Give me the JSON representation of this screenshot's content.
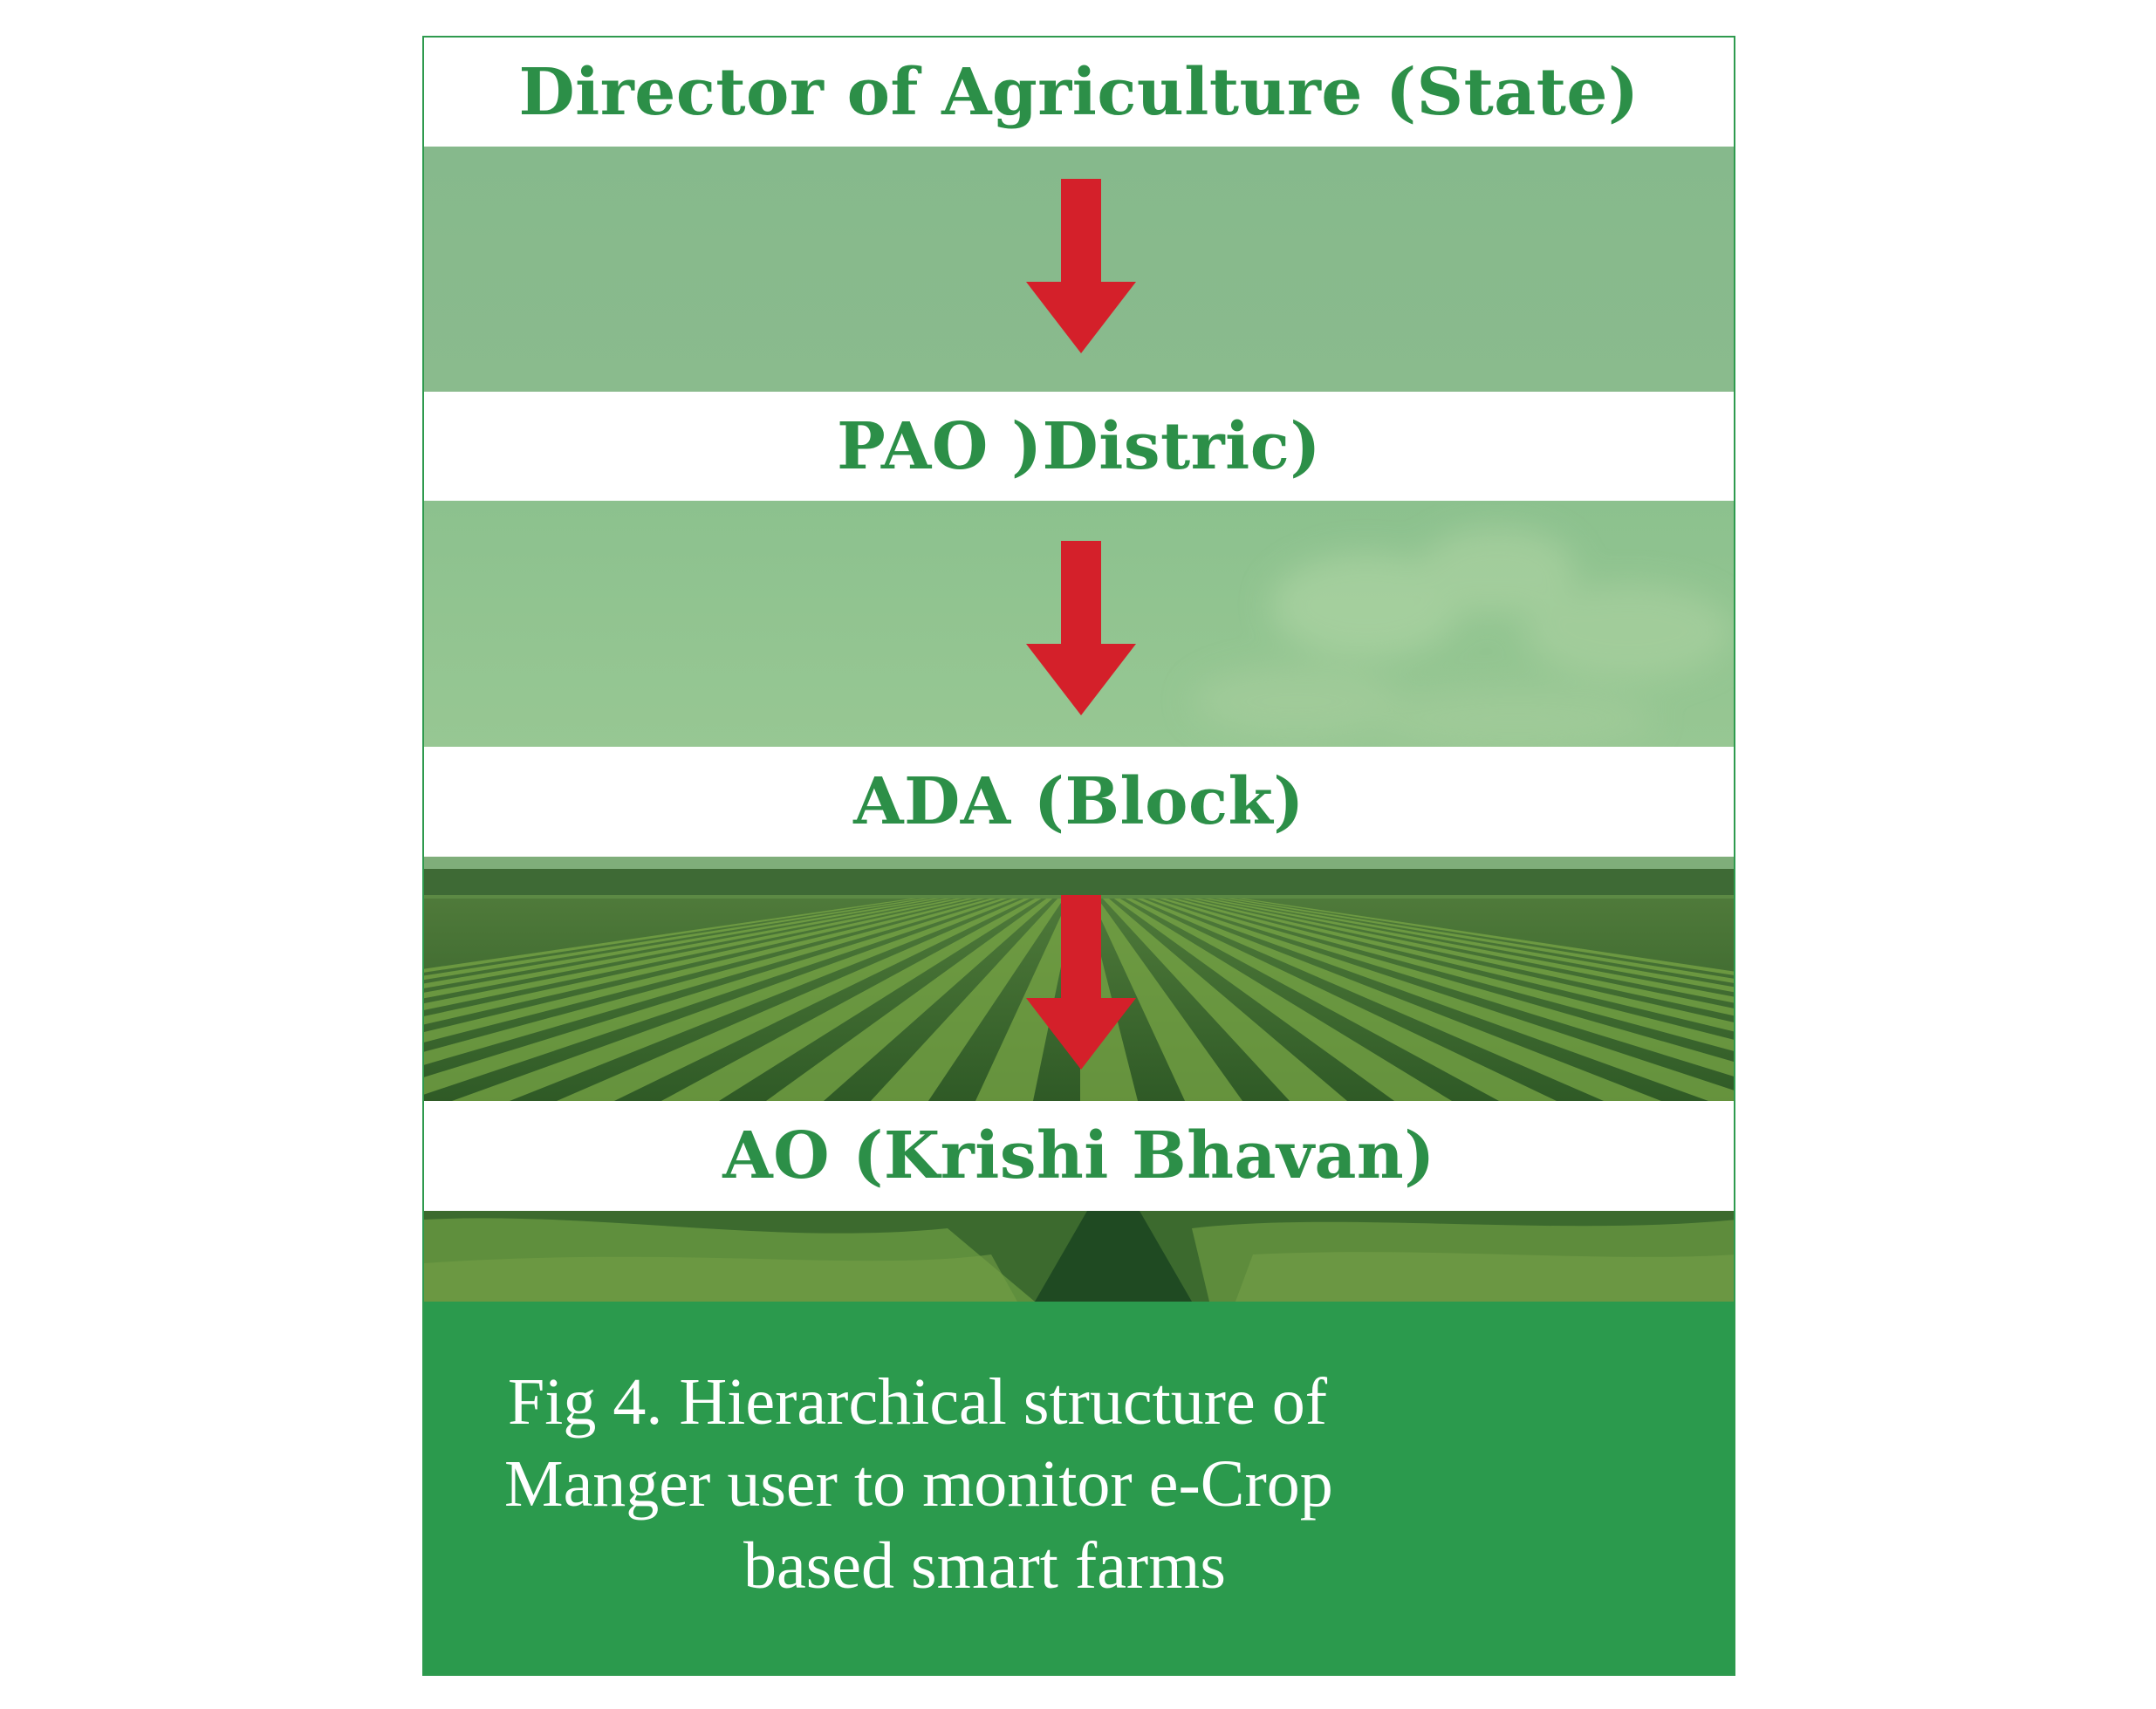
{
  "levels": [
    {
      "label": "Director of Agriculture (State)"
    },
    {
      "label": "PAO )Distric)"
    },
    {
      "label": "ADA (Block)"
    },
    {
      "label": "AO (Krishi Bhavan)"
    }
  ],
  "caption": {
    "line1": "Fig 4. Hierarchical structure of",
    "line2": "Manger user to monitor e-Crop",
    "line3": "based smart farms"
  },
  "colors": {
    "label_text": "#2c8f48",
    "arrow": "#d4202a",
    "caption_background": "#2b9a4d",
    "caption_text": "#ffffff",
    "border": "#2e9a4e"
  },
  "icons": [
    "down-arrow-icon",
    "down-arrow-icon",
    "down-arrow-icon"
  ]
}
